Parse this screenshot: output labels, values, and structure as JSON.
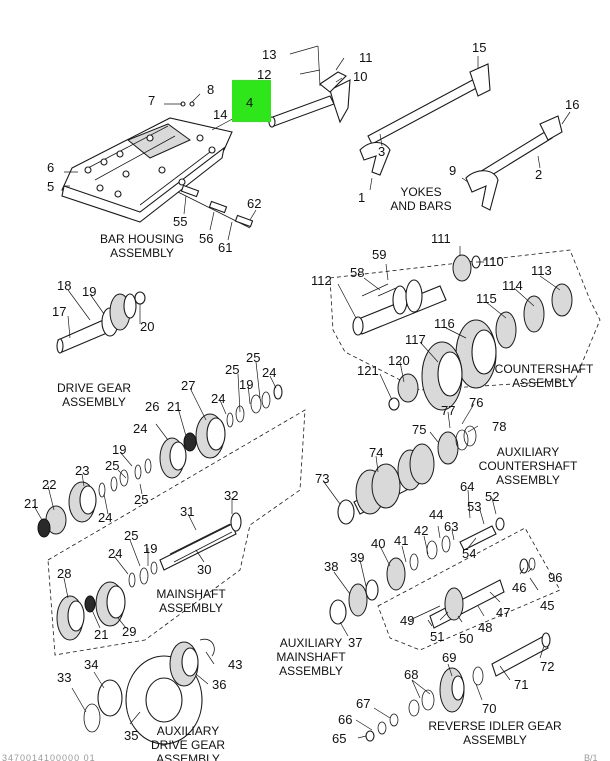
{
  "highlight": {
    "label": "4",
    "color": "#2ee61a"
  },
  "captions": {
    "bar_housing": [
      "BAR HOUSING",
      "ASSEMBLY"
    ],
    "yokes_bars": [
      "YOKES",
      "AND BARS"
    ],
    "drive_gear": [
      "DRIVE GEAR",
      "ASSEMBLY"
    ],
    "countershaft": [
      "COUNTERSHAFT",
      "ASSEMBLY"
    ],
    "aux_countershaft": [
      "AUXILIARY",
      "COUNTERSHAFT",
      "ASSEMBLY"
    ],
    "mainshaft": [
      "MAINSHAFT",
      "ASSEMBLY"
    ],
    "aux_mainshaft": [
      "AUXILIARY",
      "MAINSHAFT",
      "ASSEMBLY"
    ],
    "aux_drive_gear": [
      "AUXILIARY",
      "DRIVE GEAR",
      "ASSEMBLY"
    ],
    "reverse_idler": [
      "REVERSE IDLER GEAR",
      "ASSEMBLY"
    ]
  },
  "callouts": {
    "c13": "13",
    "c11": "11",
    "c12": "12",
    "c10": "10",
    "c15": "15",
    "c7": "7",
    "c8": "8",
    "c14": "14",
    "c16": "16",
    "c3": "3",
    "c6": "6",
    "c5": "5",
    "c9": "9",
    "c2": "2",
    "c1": "1",
    "c55": "55",
    "c62": "62",
    "c56": "56",
    "c61": "61",
    "c111": "111",
    "c110": "110",
    "c59": "59",
    "c58": "58",
    "c112": "112",
    "c113": "113",
    "c114": "114",
    "c115": "115",
    "c116": "116",
    "c117": "117",
    "c120": "120",
    "c121": "121",
    "c18": "18",
    "c19a": "19",
    "c17": "17",
    "c20": "20",
    "c27": "27",
    "c25a": "25",
    "c19b": "19",
    "c24a": "24",
    "c26": "26",
    "c21a": "21",
    "c24b": "24",
    "c19c": "19",
    "c25b": "25",
    "c22": "22",
    "c23": "23",
    "c21b": "21",
    "c24c": "24",
    "c25c": "25",
    "c31": "31",
    "c32": "32",
    "c30": "30",
    "c25d": "25",
    "c24d": "24",
    "c19d": "19",
    "c28": "28",
    "c21c": "21",
    "c29": "29",
    "c74": "74",
    "c75": "75",
    "c77": "77",
    "c76": "76",
    "c78": "78",
    "c73": "73",
    "c64": "64",
    "c53": "53",
    "c52": "52",
    "c44": "44",
    "c42": "42",
    "c63": "63",
    "c40": "40",
    "c41": "41",
    "c54": "54",
    "c38": "38",
    "c39": "39",
    "c46": "46",
    "c96": "96",
    "c45": "45",
    "c47": "47",
    "c49": "49",
    "c48": "48",
    "c50": "50",
    "c51": "51",
    "c37": "37",
    "c33": "33",
    "c34": "34",
    "c36": "36",
    "c43": "43",
    "c35": "35",
    "c69": "69",
    "c72": "72",
    "c68": "68",
    "c71": "71",
    "c70": "70",
    "c67": "67",
    "c66": "66",
    "c65": "65"
  },
  "footer": {
    "left": "3470014100000 01",
    "right": "B/1"
  }
}
